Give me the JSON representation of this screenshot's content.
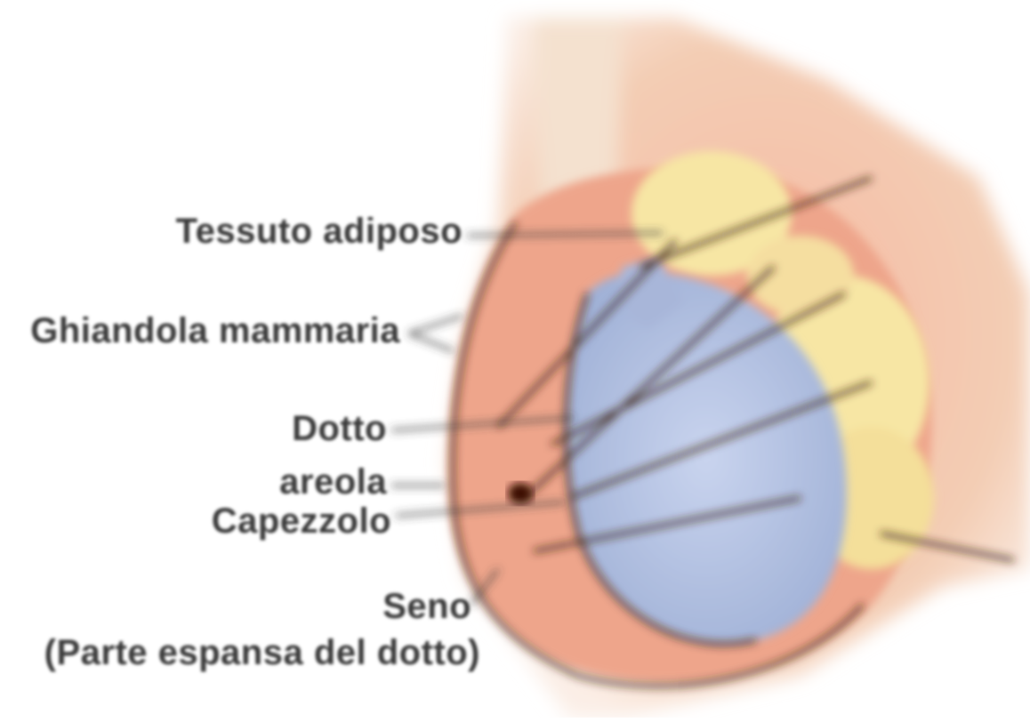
{
  "labels": {
    "tessuto_adiposo": "Tessuto adiposo",
    "ghiandola_mammaria": "Ghiandola mammaria",
    "dotto": "Dotto",
    "areola": "areola",
    "capezzolo": "Capezzolo",
    "seno": "Seno",
    "parte_espansa": "(Parte espansa del dotto)"
  },
  "colors": {
    "skin": "#f2c7a8",
    "skin_dark": "#e89a7c",
    "fat": "#f7e7a6",
    "gland": "#b9c8e6",
    "outline": "#3a1f14",
    "background": "#ffffff"
  }
}
